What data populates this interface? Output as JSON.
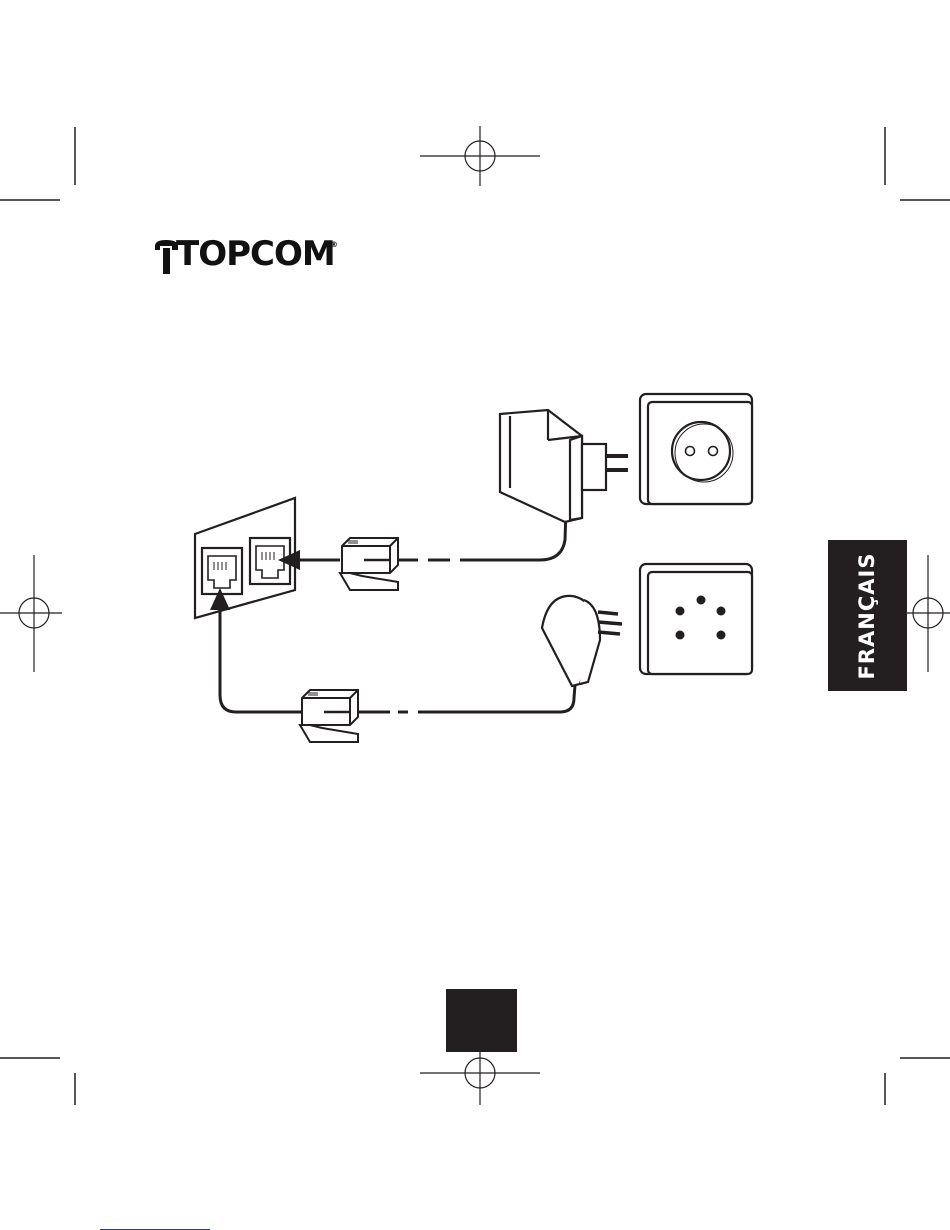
{
  "brand": {
    "name": "TOPCOM",
    "registered_mark": "®"
  },
  "language_tab": {
    "label": "FRANÇAIS"
  },
  "page": {
    "number": ""
  },
  "illustration": {
    "components": [
      "wall-phone-jack-panel",
      "modular-plug-top",
      "modular-plug-bottom",
      "power-adapter",
      "power-outlet-round",
      "telephone-plug",
      "telephone-wall-socket-5pin"
    ],
    "icons": [
      "connection-arrow-icon",
      "crop-mark-icon",
      "registration-mark-icon"
    ]
  },
  "colors": {
    "ink": "#231f20",
    "paper": "#ffffff",
    "link": "#1a3ea8"
  }
}
